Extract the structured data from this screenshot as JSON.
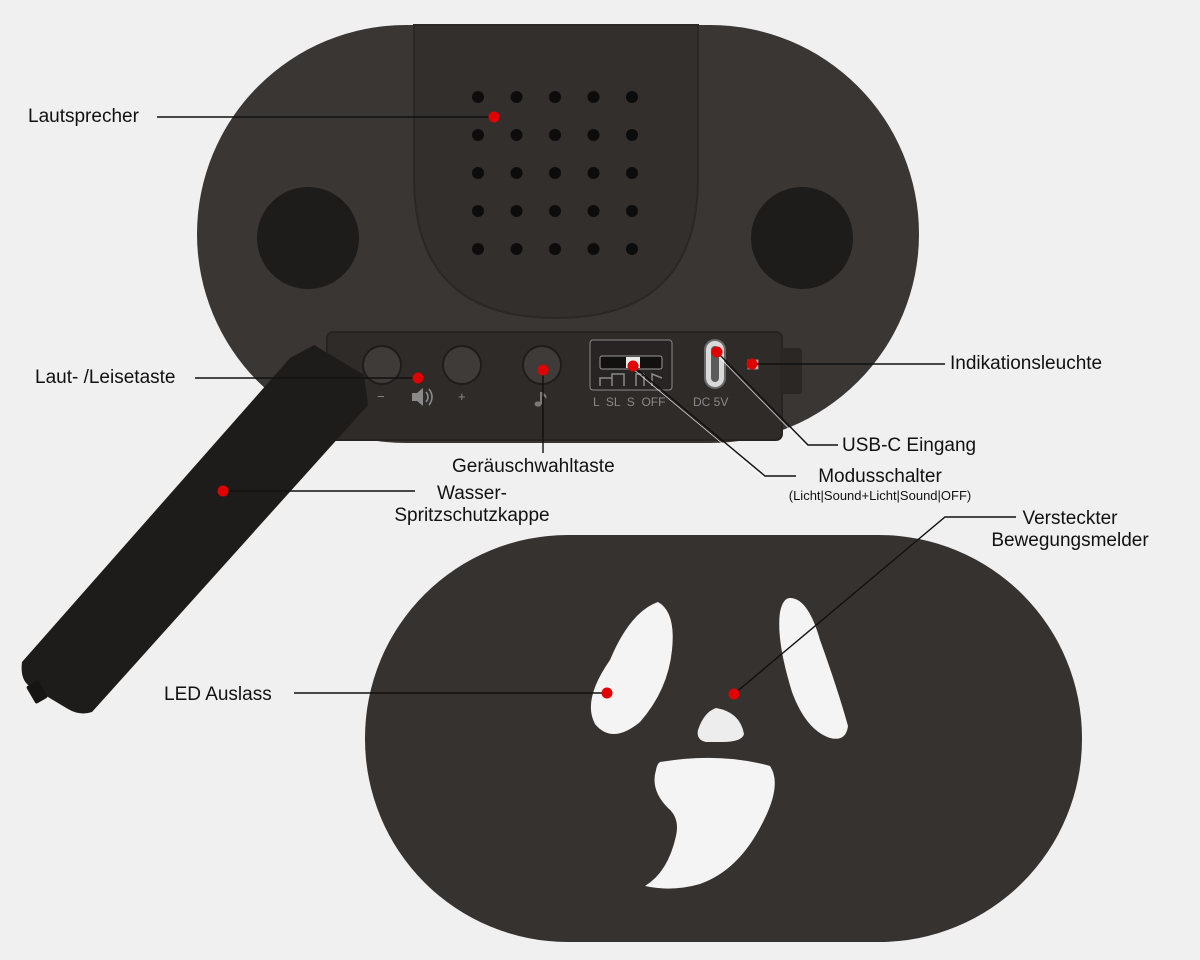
{
  "labels": {
    "speaker": "Lautsprecher",
    "volume_key": "Laut- /Leisetaste",
    "sound_select": "Geräuschwahltaste",
    "cap_line1": "Wasser-",
    "cap_line2": "Spritzschutzkappe",
    "mode_switch": "Modusschalter",
    "mode_switch_modes": "(Licht|Sound+Licht|Sound|OFF)",
    "usb_input": "USB-C Eingang",
    "indicator": "Indikationsleuchte",
    "motion_line1": "Versteckter",
    "motion_line2": "Bewegungsmelder",
    "led_outlet": "LED Auslass"
  },
  "panel_text": {
    "minus": "−",
    "plus": "+",
    "switch_positions": "L  SL  S  OFF",
    "dc": "DC 5V"
  },
  "colors": {
    "background": "#f0f0f0",
    "body": "#3a3634",
    "panel": "#2e2b29",
    "marker": "#e00000",
    "glow": "#f4f4f4"
  },
  "icons": [
    "speaker-volume-icon",
    "note-icon"
  ]
}
